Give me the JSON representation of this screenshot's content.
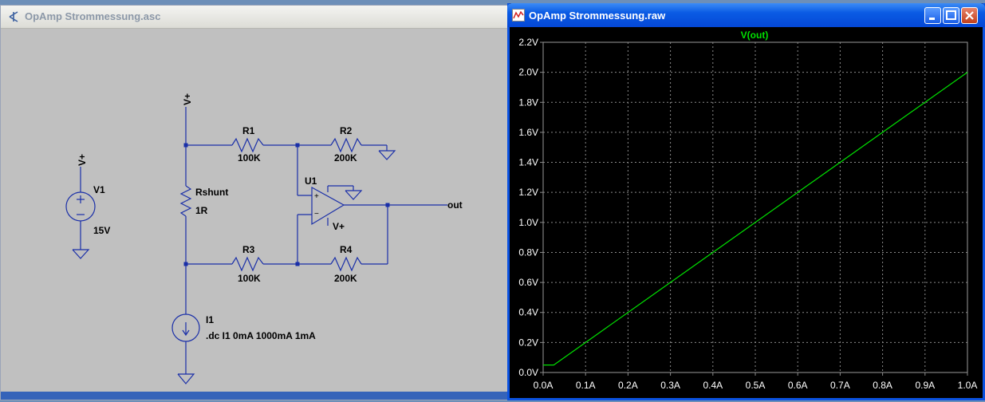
{
  "schematic_window": {
    "title": "OpAmp Strommessung.asc",
    "labels": {
      "vplus_top": "V+",
      "vplus_left": "V+",
      "v1_name": "V1",
      "v1_value": "15V",
      "r1_name": "R1",
      "r1_value": "100K",
      "r2_name": "R2",
      "r2_value": "200K",
      "r3_name": "R3",
      "r3_value": "100K",
      "r4_name": "R4",
      "r4_value": "200K",
      "rshunt_name": "Rshunt",
      "rshunt_value": "1R",
      "u1_name": "U1",
      "u1_vplus": "V+",
      "u1_in_plus": "+",
      "u1_in_minus": "−",
      "out_label": "out",
      "i1_name": "I1",
      "directive": ".dc I1 0mA 1000mA 1mA"
    }
  },
  "plot_window": {
    "title": "OpAmp Strommessung.raw",
    "buttons": [
      "minimize",
      "maximize",
      "close"
    ]
  },
  "chart_data": {
    "type": "line",
    "title": "V(out)",
    "xlabel": "",
    "ylabel": "",
    "xlim": [
      0,
      1.0
    ],
    "ylim": [
      0,
      2.2
    ],
    "x_ticks": [
      "0.0A",
      "0.1A",
      "0.2A",
      "0.3A",
      "0.4A",
      "0.5A",
      "0.6A",
      "0.7A",
      "0.8A",
      "0.9A",
      "1.0A"
    ],
    "y_ticks": [
      "0.0V",
      "0.2V",
      "0.4V",
      "0.6V",
      "0.8V",
      "1.0V",
      "1.2V",
      "1.4V",
      "1.6V",
      "1.8V",
      "2.0V",
      "2.2V"
    ],
    "grid": true,
    "series": [
      {
        "name": "V(out)",
        "color": "#00e000",
        "x": [
          0.0,
          0.025,
          1.0
        ],
        "y": [
          0.05,
          0.05,
          2.0
        ]
      }
    ],
    "colors": {
      "background": "#000000",
      "grid": "#8a8a8a",
      "axis_text": "#ffffff"
    }
  }
}
